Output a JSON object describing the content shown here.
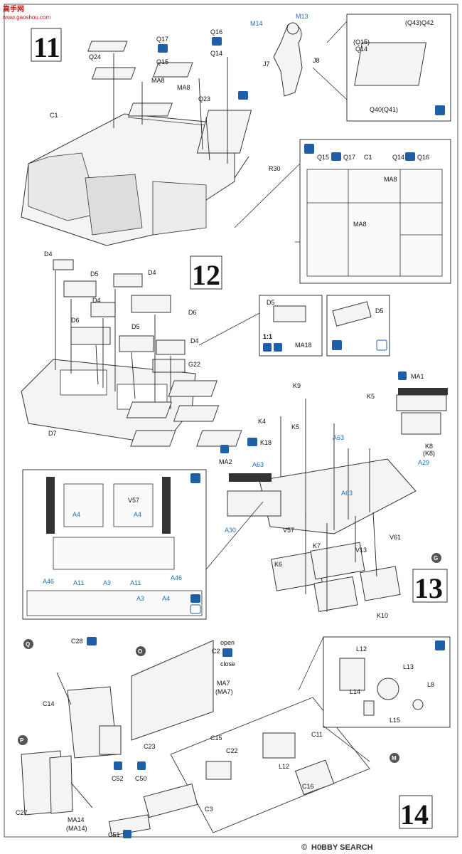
{
  "watermark": {
    "brand": "高手网",
    "url": "www.gaoshou.com"
  },
  "footer": {
    "brand": "H0BBY SEARCH",
    "copyright": "©"
  },
  "steps": {
    "s11": "11",
    "s12": "12",
    "s13": "13",
    "s14": "14"
  },
  "circled": {
    "G": "G",
    "Q": "Q",
    "O": "O",
    "P": "P",
    "M": "M"
  },
  "ratio": "1:1",
  "options": {
    "open": "open",
    "close": "close"
  },
  "labels": {
    "Q24": "Q24",
    "Q17": "Q17",
    "Q15": "Q15",
    "MA8": "MA8",
    "Q16": "Q16",
    "Q14": "Q14",
    "MA8b": "MA8",
    "Q23": "Q23",
    "C1": "C1",
    "R30": "R30",
    "M14": "M14",
    "M13": "M13",
    "J7": "J7",
    "J8": "J8",
    "Q43Q42": "(Q43)Q42",
    "Q15b": "(Q15)",
    "Q14b": "Q14",
    "Q40Q41": "Q40(Q41)",
    "dQ15": "Q15",
    "dQ17": "Q17",
    "dC1": "C1",
    "dQ14": "Q14",
    "dQ16": "Q16",
    "dMA8a": "MA8",
    "dMA8b": "MA8",
    "D4a": "D4",
    "D5a": "D5",
    "D4b": "D4",
    "D4c": "D4",
    "D6a": "D6",
    "D6b": "D6",
    "D5b": "D5",
    "D4d": "D4",
    "G22": "G22",
    "D7": "D7",
    "dD5": "D5",
    "MA18": "MA18",
    "dD5b": "D5",
    "K9": "K9",
    "K5": "K5",
    "K4": "K4",
    "K5b": "K5",
    "K18": "K18",
    "A63a": "A63",
    "A63b": "A63",
    "A63c": "A63",
    "MA1": "MA1",
    "K8": "K8",
    "K8b": "(K8)",
    "A29": "A29",
    "MA2": "MA2",
    "A30": "A30",
    "V57": "V57",
    "K7": "K7",
    "V13": "V13",
    "V61": "V61",
    "K6": "K6",
    "K10": "K10",
    "V57b": "V57",
    "A4a": "A4",
    "A4b": "A4",
    "A46a": "A46",
    "A11a": "A11",
    "A3": "A3",
    "A11b": "A11",
    "A46b": "A46",
    "A3b": "A3",
    "A4c": "A4",
    "C28": "C28",
    "C14": "C14",
    "C2": "C2",
    "MA7": "MA7",
    "MA7b": "(MA7)",
    "C23": "C23",
    "C15": "C15",
    "C22": "C22",
    "C11": "C11",
    "L12": "L12",
    "C16": "C16",
    "L12b": "L12",
    "L13": "L13",
    "L14": "L14",
    "L8": "L8",
    "L15": "L15",
    "C27": "C27",
    "MA14": "MA14",
    "MA14b": "(MA14)",
    "C52": "C52",
    "C50": "C50",
    "C3": "C3",
    "C51": "C51"
  },
  "icons": {
    "x2a": "x2",
    "x2b": "x2",
    "x2c": "x2"
  }
}
